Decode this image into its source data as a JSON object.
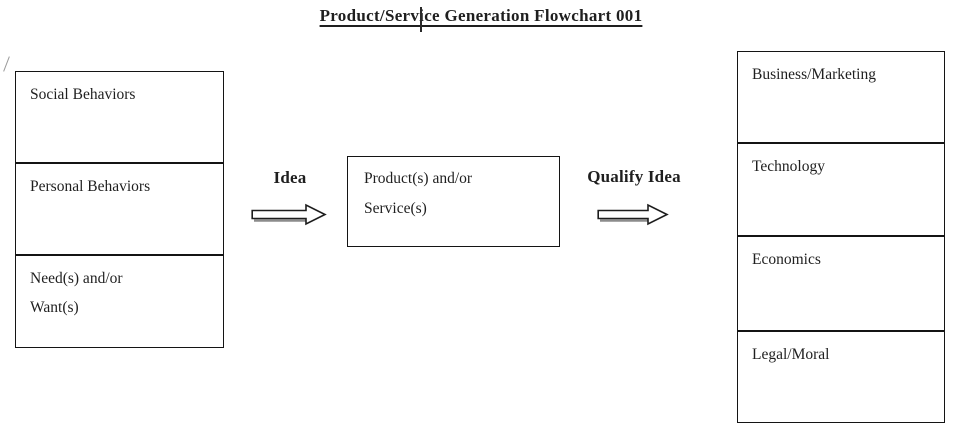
{
  "page": {
    "title": "Product/Service Generation Flowchart 001"
  },
  "flowchart": {
    "source_stack": {
      "cells": [
        {
          "lines": [
            "Social Behaviors"
          ]
        },
        {
          "lines": [
            "Personal Behaviors"
          ]
        },
        {
          "lines": [
            "Need(s) and/or",
            "Want(s)"
          ]
        }
      ]
    },
    "idea_step": {
      "label": "Idea"
    },
    "center_box": {
      "lines": [
        "Product(s) and/or",
        "Service(s)"
      ]
    },
    "qualify_step": {
      "label": "Qualify Idea"
    },
    "criteria_stack": {
      "cells": [
        {
          "lines": [
            "Business/Marketing"
          ]
        },
        {
          "lines": [
            "Technology"
          ]
        },
        {
          "lines": [
            "Economics"
          ]
        },
        {
          "lines": [
            "Legal/Moral"
          ]
        }
      ]
    }
  },
  "colors": {
    "ink": "#1f1f1f",
    "border": "#141414",
    "arrow_shadow": "#8c8c8c",
    "background": "#ffffff"
  }
}
